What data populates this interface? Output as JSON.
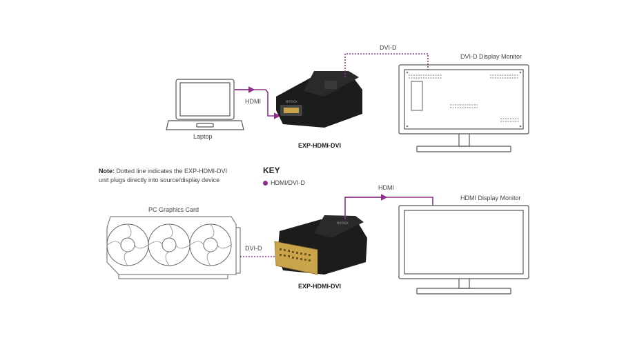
{
  "top": {
    "laptop_label": "Laptop",
    "hdmi_label": "HDMI",
    "dvi_label": "DVI-D",
    "monitor_label": "DVI-D Display Monitor",
    "model_label": "EXP-HDMI-DVI"
  },
  "note": {
    "bold": "Note:",
    "line1": " Dotted line indicates the EXP-HDMI-DVI",
    "line2": "unit plugs directly into source/display device"
  },
  "key": {
    "title": "KEY",
    "item": "HDMI/DVI-D",
    "color": "#8e2f8e"
  },
  "bottom": {
    "card_label": "PC Graphics Card",
    "dvi_label": "DVI-D",
    "hdmi_label": "HDMI",
    "monitor_label": "HDMI Display Monitor",
    "model_label": "EXP-HDMI-DVI"
  },
  "icons": [
    "laptop-icon",
    "dvi-monitor-icon",
    "hdmi-monitor-icon",
    "graphics-card-icon",
    "adapter-icon"
  ]
}
